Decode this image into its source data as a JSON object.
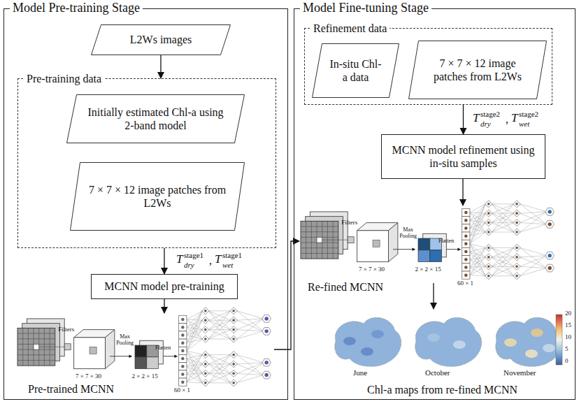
{
  "diagram": {
    "nodes": [
      {
        "text": [
          "Model Pre-training Stage"
        ]
      },
      {
        "text": [
          "L2Ws images"
        ],
        "in": 0
      },
      {
        "text": [
          "Pre-training data"
        ],
        "in": 0
      },
      {
        "text": [
          "Initially estimated Chl-a using 2-band model"
        ],
        "in": 2
      },
      {
        "text": [
          "7 × 7 × 12 image patches from L2Ws"
        ],
        "in": 2
      },
      {
        "text": [
          "MCNN model pre-training"
        ],
        "in": 0
      },
      {
        "text": [
          "Model Fine-tuning Stage"
        ]
      },
      {
        "text": [
          "Refinement data"
        ],
        "in": 6
      },
      {
        "text": [
          "In-situ Chl-a data"
        ],
        "in": 7
      },
      {
        "text": [
          "7 × 7 × 12 image patches from L2Ws"
        ],
        "in": 7
      },
      {
        "text": [
          "MCNN model refinement using in-situ samples"
        ],
        "in": 6
      }
    ],
    "edges": [
      {
        "from": 1,
        "to": 2,
        "arrow": "to"
      },
      {
        "from": 2,
        "to": 5,
        "arrow": "to"
      },
      {
        "from": 7,
        "to": 10,
        "arrow": "to"
      }
    ],
    "labels": [
      "T",
      "dry",
      "stage1",
      ",",
      "T",
      "wet",
      "stage1",
      "Filters",
      "7 × 7 × 30",
      "Max Pooling",
      "2 × 2 × 15",
      "Flatten",
      "60 × 1",
      "Pre-trained MCNN",
      "T",
      "dry",
      "stage2",
      ",",
      "T",
      "wet",
      "stage2",
      "Filters",
      "7 × 7 × 30",
      "Max Pooling",
      "2 × 2 × 15",
      "Flatten",
      "60 × 1",
      "Re-fined MCNN",
      "June",
      "October",
      "November",
      "20",
      "15",
      "10",
      "5",
      "0",
      "Chl-a maps from re-fined MCNN"
    ]
  }
}
